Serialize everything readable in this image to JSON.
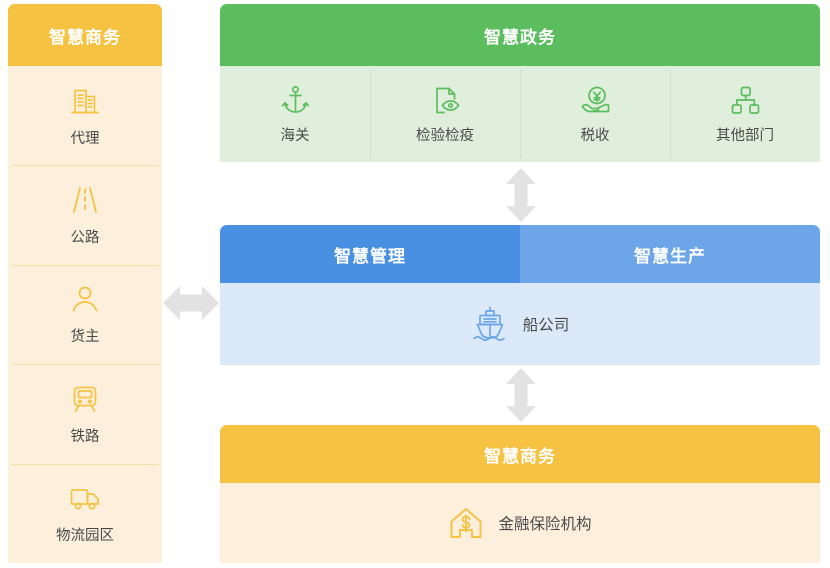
{
  "sidebar": {
    "header": "智慧商务",
    "items": [
      {
        "label": "代理",
        "icon": "building-icon"
      },
      {
        "label": "公路",
        "icon": "highway-icon"
      },
      {
        "label": "货主",
        "icon": "person-icon"
      },
      {
        "label": "铁路",
        "icon": "train-icon"
      },
      {
        "label": "物流园区",
        "icon": "truck-icon"
      }
    ]
  },
  "government_panel": {
    "header": "智慧政务",
    "cells": [
      {
        "label": "海关",
        "icon": "anchor-icon"
      },
      {
        "label": "检验检疫",
        "icon": "document-eye-icon"
      },
      {
        "label": "税收",
        "icon": "hand-yuan-icon"
      },
      {
        "label": "其他部门",
        "icon": "org-chart-icon"
      }
    ]
  },
  "operations_panel": {
    "header_left": "智慧管理",
    "header_right": "智慧生产",
    "entity": {
      "label": "船公司",
      "icon": "ship-icon"
    }
  },
  "business_panel": {
    "header": "智慧商务",
    "entity": {
      "label": "金融保险机构",
      "icon": "house-dollar-icon"
    }
  },
  "connectors": [
    {
      "name": "arrow-gov-ops",
      "direction": "vertical-double"
    },
    {
      "name": "arrow-ops-biz",
      "direction": "vertical-double"
    },
    {
      "name": "arrow-sidebar-ops",
      "direction": "horizontal-double"
    }
  ],
  "colors": {
    "amber": "#F5C242",
    "amber_light": "#FCF0DC",
    "green": "#5CBD5F",
    "green_light": "#DFEFDC",
    "blue_dark": "#4A90E2",
    "blue_light": "#6CA6E8",
    "blue_pale": "#DCE9F8",
    "arrow_gray": "#E2E2E2",
    "text": "#4A4A4A"
  }
}
